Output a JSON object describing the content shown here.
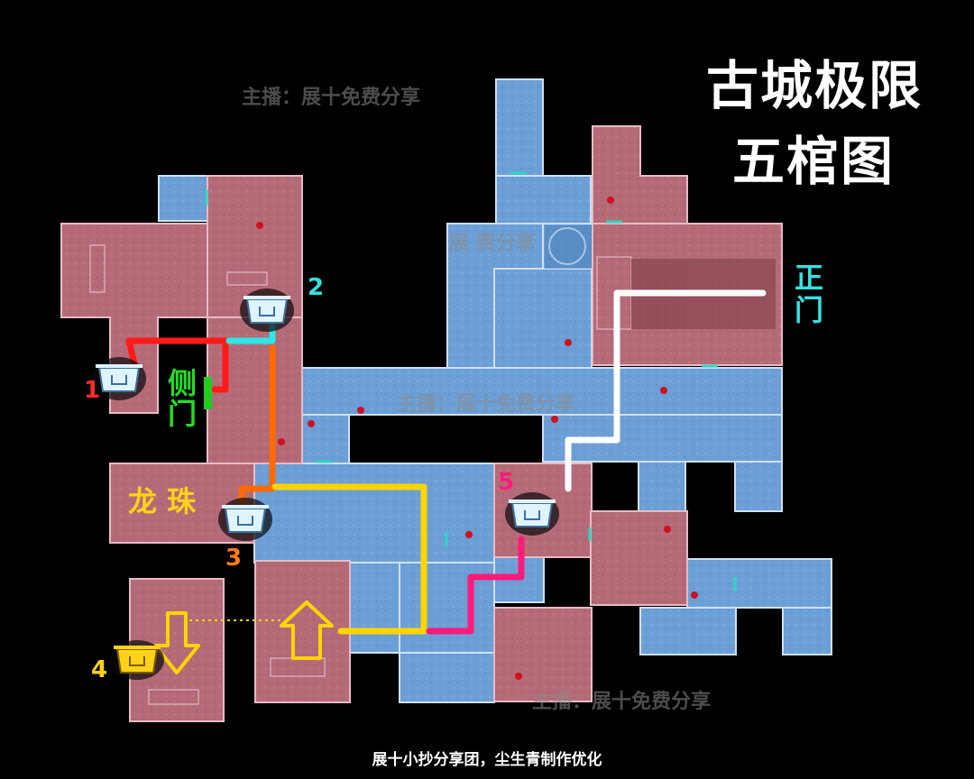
{
  "title": {
    "line1": "古城极限",
    "line2": "五棺图"
  },
  "labels": {
    "coffin_1": "1",
    "coffin_2": "2",
    "coffin_3": "3",
    "coffin_4": "4",
    "coffin_5": "5",
    "side_gate": "侧门",
    "main_gate": "正门",
    "dragon_pearl": "龙 珠"
  },
  "watermarks": [
    "主播：展十免费分享",
    "主播：展十免费分享",
    "主播：展十免费分享",
    "展  费分享"
  ],
  "credit": "展十小抄分享团，尘生青制作优化",
  "colors": {
    "blue_room": "#6b9fd6",
    "red_room": "#b56a78",
    "route_red": "#ff1a1a",
    "route_cyan": "#2ee6e6",
    "route_orange": "#ff6a00",
    "route_yellow": "#ffd400",
    "route_pink": "#ff1a7a",
    "route_white": "#ffffff",
    "label_red": "#ff2a2a",
    "label_cyan": "#36e0e0",
    "label_orange": "#ff7a1a",
    "label_yellow": "#ffd21a",
    "label_green": "#22dd22"
  }
}
